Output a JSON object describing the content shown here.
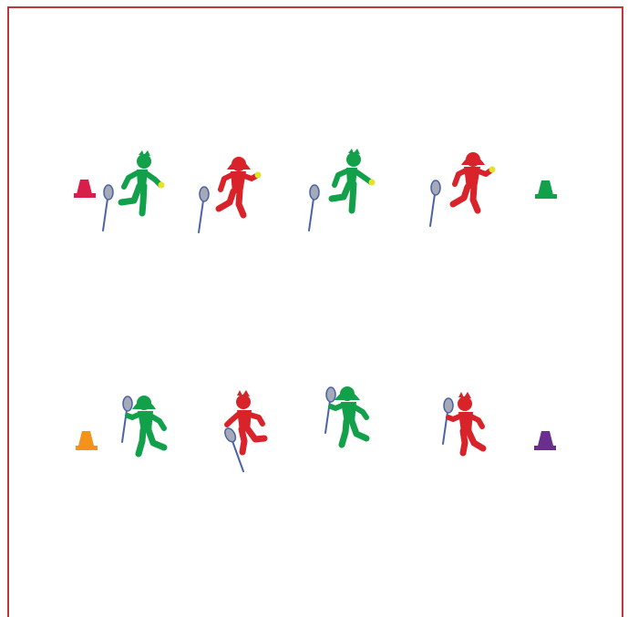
{
  "field": {
    "border_color": "#c0373a",
    "background": "#ffffff"
  },
  "colors": {
    "green": "#12a04a",
    "red": "#d8232a",
    "ball": "#e3e32a",
    "racket_head": "#a6a9b6",
    "racket_line": "#4a63a8"
  },
  "cones": [
    {
      "name": "cone-top-left",
      "color": "#d81f4a"
    },
    {
      "name": "cone-top-right",
      "color": "#12a04a"
    },
    {
      "name": "cone-bottom-left",
      "color": "#f3931b"
    },
    {
      "name": "cone-bottom-right",
      "color": "#6a2e8e"
    }
  ],
  "players": [
    {
      "name": "player-top-1",
      "row": "top",
      "color": "green",
      "gender": "boy",
      "pose": "serve-ready",
      "holds": "ball"
    },
    {
      "name": "player-top-2",
      "row": "top",
      "color": "red",
      "gender": "girl",
      "pose": "serve-ready",
      "holds": "ball"
    },
    {
      "name": "player-top-3",
      "row": "top",
      "color": "green",
      "gender": "boy",
      "pose": "serve-ready",
      "holds": "ball"
    },
    {
      "name": "player-top-4",
      "row": "top",
      "color": "red",
      "gender": "girl",
      "pose": "serve-ready",
      "holds": "ball"
    },
    {
      "name": "player-bottom-1",
      "row": "bottom",
      "color": "green",
      "gender": "girl",
      "pose": "running",
      "holds": "racket"
    },
    {
      "name": "player-bottom-2",
      "row": "bottom",
      "color": "red",
      "gender": "boy",
      "pose": "running",
      "holds": "racket"
    },
    {
      "name": "player-bottom-3",
      "row": "bottom",
      "color": "green",
      "gender": "girl",
      "pose": "running",
      "holds": "racket"
    },
    {
      "name": "player-bottom-4",
      "row": "bottom",
      "color": "red",
      "gender": "boy",
      "pose": "running",
      "holds": "racket"
    }
  ],
  "rackets_on_ground": 4
}
